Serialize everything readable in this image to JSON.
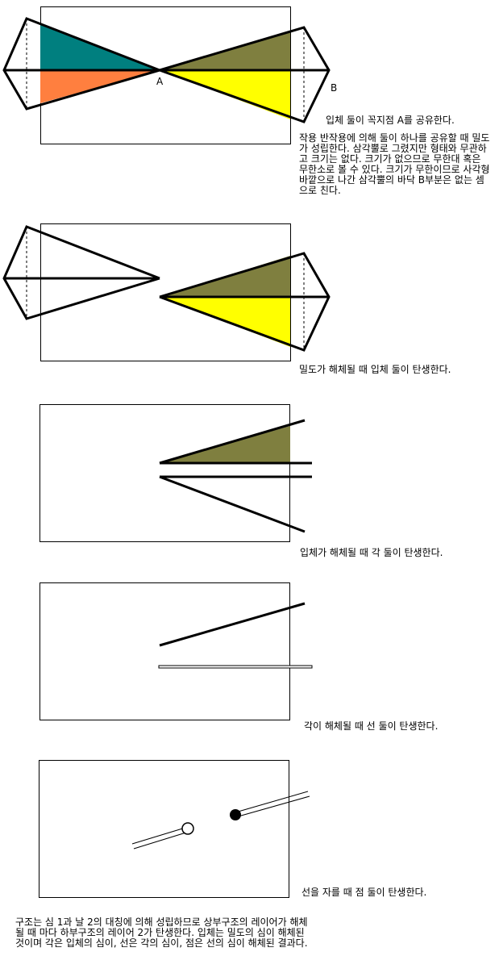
{
  "panels": [
    {
      "caption": "입체 둘이 꼭지점 A를 공유한다.",
      "description": "작용 반작용에 의해 둘이 하나를 공유할 때 밀도가 성립한다. 삼각뿔로 그렸지만 형태와 무관하고 크기는 없다. 크기가 없으므로 무한대 혹은 무한소로 볼 수 있다. 크기가 무한이므로 사각형 바깥으로 나간 삼각뿔의 바닥 B부분은 없는 셈으로 친다.",
      "label_a": "A",
      "label_b": "B"
    },
    {
      "caption": "밀도가 해체될 때 입체 둘이 탄생한다."
    },
    {
      "caption": "입체가 해체될 때 각 둘이 탄생한다."
    },
    {
      "caption": "각이 해체될 때 선 둘이 탄생한다."
    },
    {
      "caption": "선을 자를 때 점 둘이 탄생한다."
    }
  ],
  "conclusion": [
    "구조는 심 1과 날 2의 대칭에 의해 성립하므로 상부구조의 레이어가 해체",
    "될 때 마다 하부구조의 레이어 2가 탄생한다. 입체는 밀도의 심이 해체된",
    "것이며 각은 입체의 심이, 선은 각의 심이, 점은 선의 심이 해체된 결과다."
  ],
  "colors": {
    "teal": "#007f7f",
    "orange": "#ff7f3f",
    "olive": "#7f7f3f",
    "yellow": "#ffff00",
    "line": "#000000"
  }
}
